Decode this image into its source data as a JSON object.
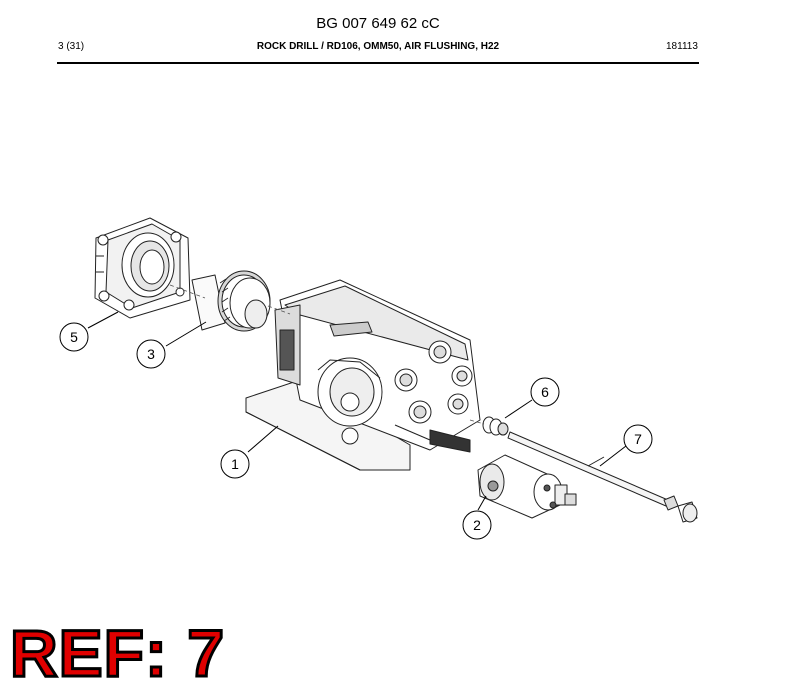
{
  "document": {
    "number": "BG 007 649 62 cC",
    "page": "3 (31)",
    "title": "ROCK DRILL / RD106, OMM50, AIR FLUSHING, H22",
    "date_code": "181113"
  },
  "callouts": [
    "1",
    "2",
    "3",
    "5",
    "6",
    "7"
  ],
  "stamp": {
    "text": "REF: 7",
    "color": "#e00000",
    "outline": "#000000"
  }
}
